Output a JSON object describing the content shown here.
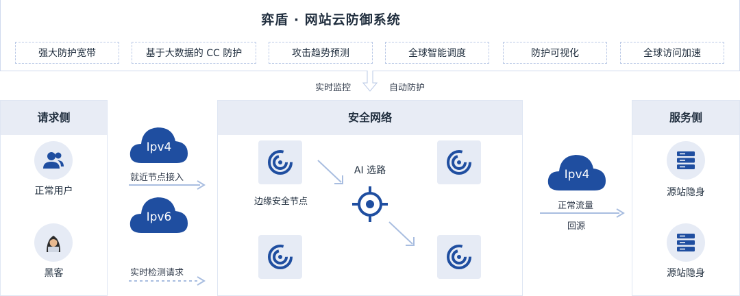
{
  "system": {
    "title": "弈盾 · 网站云防御系统",
    "features": [
      "强大防护宽带",
      "基于大数据的 CC 防护",
      "攻击趋势预测",
      "全球智能调度",
      "防护可视化",
      "全球访问加速"
    ]
  },
  "connector": {
    "left_label": "实时监控",
    "right_label": "自动防护"
  },
  "request_side": {
    "title": "请求侧",
    "normal_user": "正常用户",
    "hacker": "黑客"
  },
  "access": {
    "cloud_ipv4": "Ipv4",
    "cloud_ipv6": "Ipv6",
    "nearest_access": "就近节点接入",
    "realtime_check": "实时检测请求"
  },
  "security_network": {
    "title": "安全网络",
    "edge_node_label": "边缘安全节点",
    "ai_routing": "AI 选路"
  },
  "return_path": {
    "cloud_ipv4": "Ipv4",
    "normal_traffic": "正常流量",
    "return_to_origin": "回源"
  },
  "server_side": {
    "title": "服务侧",
    "origin_hidden_1": "源站隐身",
    "origin_hidden_2": "源站隐身"
  },
  "colors": {
    "brand_blue": "#1f4ea0",
    "panel_header": "#e8ecf5",
    "arrow": "#a8bde0",
    "border": "#cfd9ee"
  }
}
